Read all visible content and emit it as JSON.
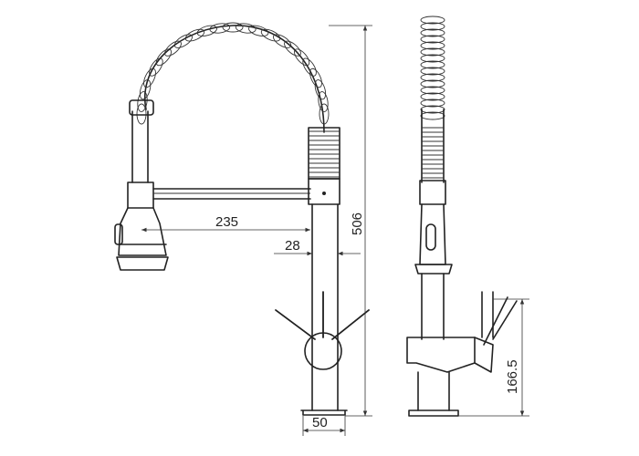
{
  "dimensions": {
    "reach": "235",
    "spout_offset": "28",
    "height": "506",
    "base_diameter": "50",
    "lever_height": "166.5"
  },
  "colors": {
    "line": "#222222",
    "background": "#ffffff"
  }
}
